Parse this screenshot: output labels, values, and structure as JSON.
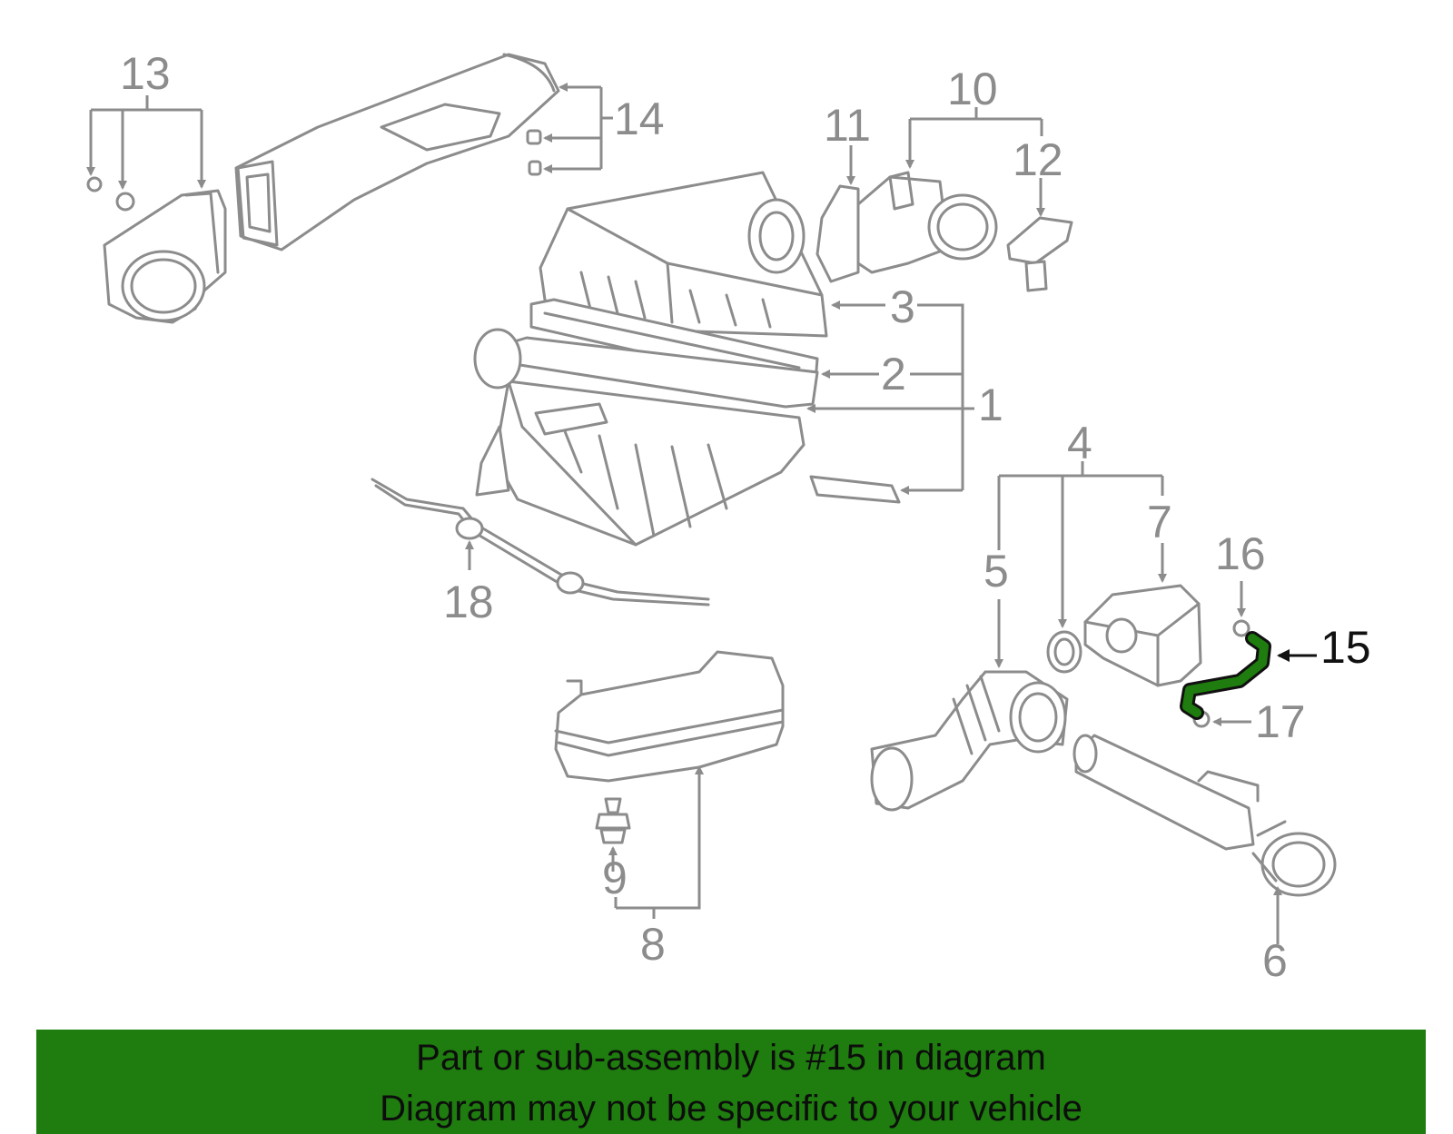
{
  "diagram": {
    "accent_color": "#1e7d0e",
    "highlighted_part": "15",
    "callouts": {
      "c1": "1",
      "c2": "2",
      "c3": "3",
      "c4": "4",
      "c5": "5",
      "c6": "6",
      "c7": "7",
      "c8": "8",
      "c9": "9",
      "c10": "10",
      "c11": "11",
      "c12": "12",
      "c13": "13",
      "c14": "14",
      "c15": "15",
      "c16": "16",
      "c17": "17",
      "c18": "18"
    }
  },
  "banner": {
    "line1": "Part or sub-assembly is #15 in diagram",
    "line2": "Diagram may not be specific to your vehicle"
  }
}
